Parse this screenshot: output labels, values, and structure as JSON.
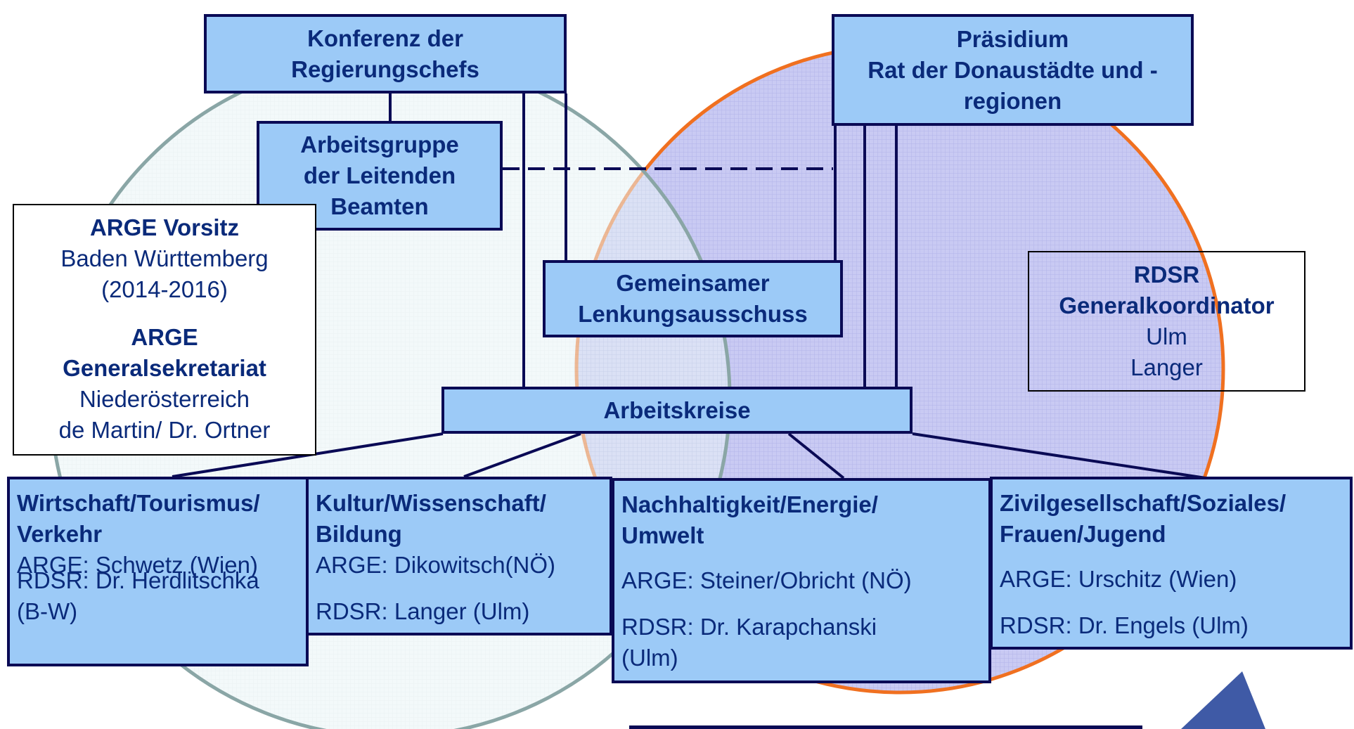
{
  "top_left": {
    "line1": "Konferenz der",
    "line2": "Regierungschefs"
  },
  "top_right": {
    "line1": "Präsidium",
    "line2": "Rat der Donaustädte und -",
    "line3": "regionen"
  },
  "arbeitsgruppe": {
    "line1": "Arbeitsgruppe",
    "line2": "der Leitenden",
    "line3": "Beamten"
  },
  "lenkung": {
    "line1": "Gemeinsamer",
    "line2": "Lenkungsausschuss"
  },
  "arbeitskreise": "Arbeitskreise",
  "arge_box": {
    "vorsitz_title": "ARGE Vorsitz",
    "vorsitz_line1": "Baden Württemberg",
    "vorsitz_line2": "(2014-2016)",
    "gs_title1": "ARGE",
    "gs_title2": "Generalsekretariat",
    "gs_line1": "Niederösterreich",
    "gs_line2": "de Martin/ Dr. Ortner"
  },
  "rdsr_box": {
    "title1": "RDSR",
    "title2": "Generalkoordinator",
    "line1": "Ulm",
    "line2": "Langer"
  },
  "workgroups": [
    {
      "title1": "Wirtschaft/Tourismus/",
      "title2": "Verkehr",
      "arge": "ARGE: Schwetz (Wien)",
      "rdsr1": "RDSR: Dr. Herdlitschka",
      "rdsr2": "(B-W)"
    },
    {
      "title1": "Kultur/Wissenschaft/",
      "title2": "Bildung",
      "arge": "ARGE: Dikowitsch(NÖ)",
      "rdsr1": "RDSR: Langer (Ulm)",
      "rdsr2": ""
    },
    {
      "title1": "Nachhaltigkeit/Energie/",
      "title2": "Umwelt",
      "arge": "ARGE: Steiner/Obricht (NÖ)",
      "rdsr1": "RDSR: Dr. Karapchanski",
      "rdsr2": "(Ulm)"
    },
    {
      "title1": "Zivilgesellschaft/Soziales/",
      "title2": "Frauen/Jugend",
      "arge": "ARGE: Urschitz (Wien)",
      "rdsr1": "RDSR: Dr. Engels (Ulm)",
      "rdsr2": ""
    }
  ],
  "colors": {
    "left_circle_fill": "#e8f3f5",
    "left_circle_stroke": "#8aa6a6",
    "right_circle_fill": "#c7c8f2",
    "right_circle_stroke": "#f07020",
    "box_fill": "#9ccaf7",
    "box_border": "#0a0a55",
    "text": "#0a2a7a",
    "logo": "#3f5aa6"
  }
}
